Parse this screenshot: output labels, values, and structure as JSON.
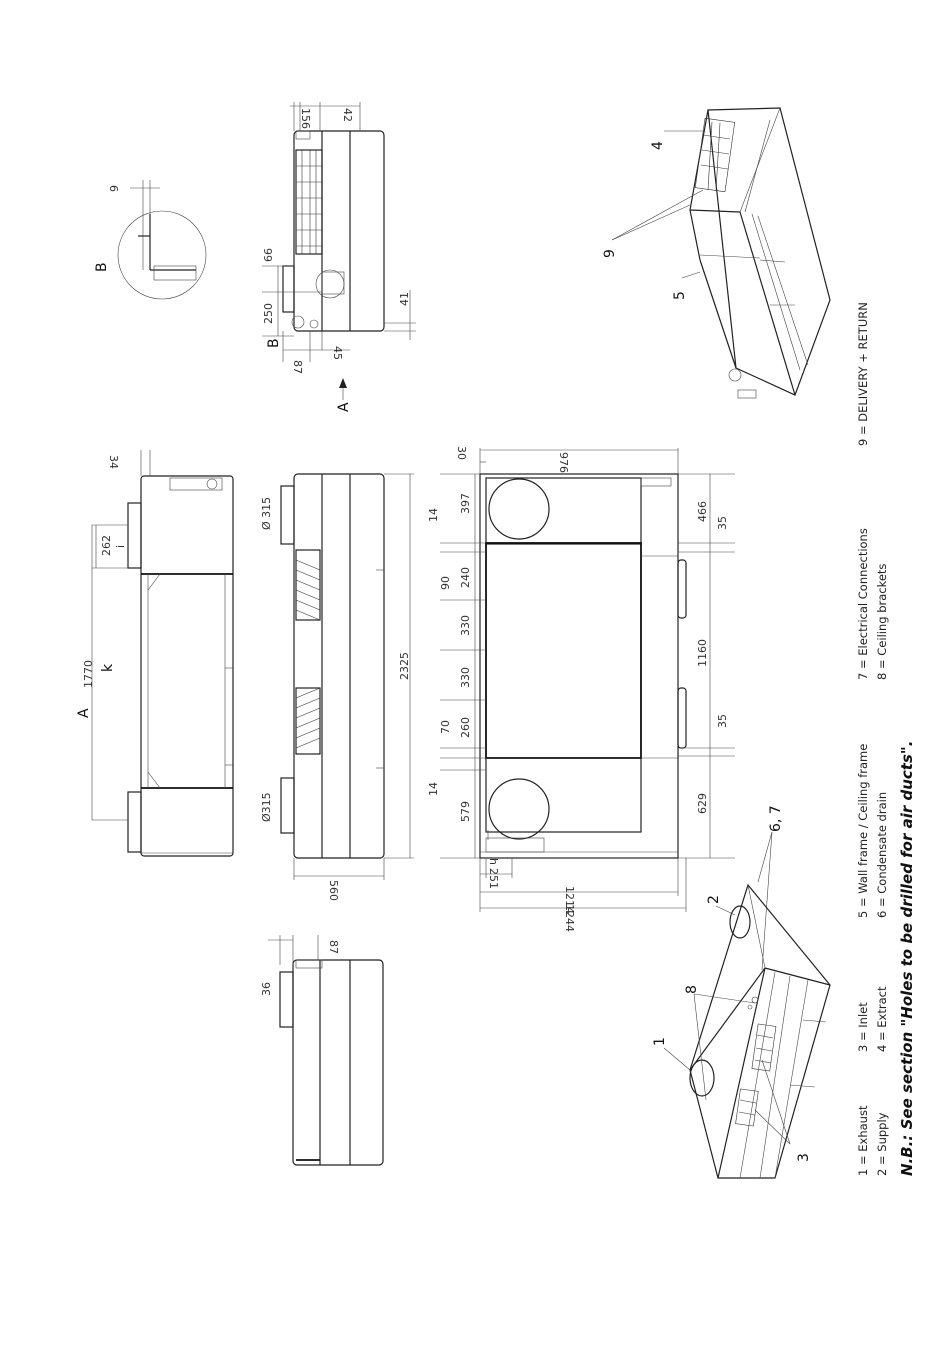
{
  "dimensions": {
    "left_view": {
      "d36": "36",
      "d87": "87"
    },
    "side_view": {
      "d34": "34",
      "d262": "262",
      "d1770": "1770",
      "label_i": "i",
      "label_k": "k",
      "label_A": "A"
    },
    "front_view": {
      "d315_top": "Ø 315",
      "d315_bottom": "Ø315",
      "d2325": "2325",
      "d560": "560"
    },
    "plan_view": {
      "d30": "30",
      "d976": "976",
      "d466": "466",
      "d35_top": "35",
      "d1160": "1160",
      "d35_bottom": "35",
      "d629": "629",
      "d14_top": "14",
      "d397": "397",
      "d90": "90",
      "d240": "240",
      "d330_a": "330",
      "d330_b": "330",
      "d70": "70",
      "d260": "260",
      "d14_bottom": "14",
      "d579": "579",
      "d251": "251",
      "label_h": "h",
      "d1214": "1214",
      "d1244": "1244"
    },
    "end_view": {
      "d156": "156",
      "d42": "42",
      "d66": "66",
      "d250": "250",
      "label_B": "B",
      "d87": "87",
      "d45": "45",
      "d41": "41",
      "label_A_arrow": "A"
    },
    "detail_B": {
      "label": "B",
      "d6": "6"
    }
  },
  "callouts": {
    "n1": "1",
    "n2": "2",
    "n3": "3",
    "n4": "4",
    "n5": "5",
    "n67": "6, 7",
    "n8": "8",
    "n9": "9"
  },
  "legend": [
    "1  = Exhaust",
    "2  = Supply",
    "3  = Inlet",
    "4  = Extract",
    "5  = Wall frame / Ceiling frame",
    "6  = Condensate drain",
    "7  = Electrical Connections",
    "8  = Ceiling brackets",
    "9  = DELIVERY + RETURN"
  ],
  "note": "N.B.: See section \"Holes to be drilled for air ducts\"."
}
